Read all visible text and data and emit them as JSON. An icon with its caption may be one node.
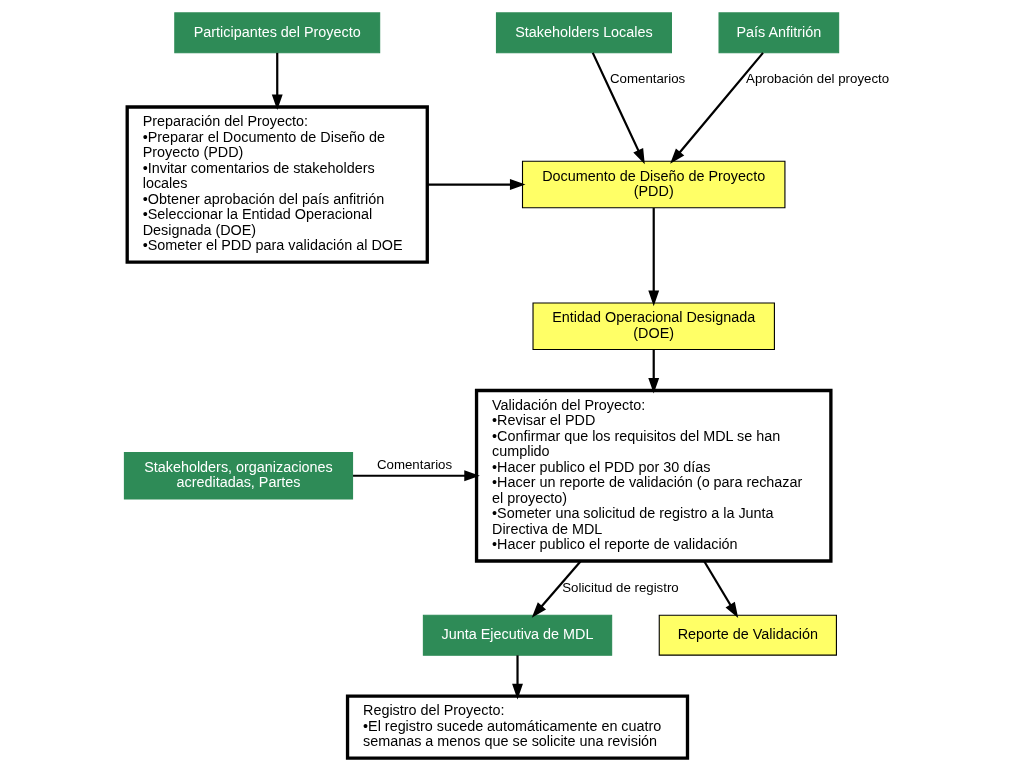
{
  "diagram": {
    "nodes": [
      {
        "text": [
          "Participantes del Proyecto"
        ]
      },
      {
        "text": [
          "Stakeholders Locales"
        ]
      },
      {
        "text": [
          "País Anfitrión"
        ]
      },
      {
        "text": [
          "Preparación del Proyecto:",
          "•Preparar el Documento de Diseño de Proyecto (PDD)",
          "•Invitar comentarios de stakeholders locales",
          "•Obtener aprobación del país anfitrión",
          "•Seleccionar la Entidad Operacional Designada (DOE)",
          "•Someter el PDD para validación al DOE"
        ]
      },
      {
        "text": [
          "Documento de Diseño de Proyecto (PDD)"
        ]
      },
      {
        "text": [
          "Entidad Operacional Designada (DOE)"
        ]
      },
      {
        "text": [
          "Stakeholders, organizaciones acreditadas, Partes"
        ]
      },
      {
        "text": [
          "Validación del Proyecto:",
          "•Revisar el PDD",
          "•Confirmar que los requisitos del MDL se han cumplido",
          "•Hacer publico el PDD por 30 días",
          "•Hacer un reporte de validación (o para rechazar el proyecto)",
          "•Someter una solicitud de registro a la Junta Directiva de MDL",
          "•Hacer publico el reporte de validación"
        ]
      },
      {
        "text": [
          "Junta Ejecutiva de MDL"
        ]
      },
      {
        "text": [
          "Registro del Proyecto:",
          "•El registro sucede automáticamente en cuatro semanas a menos que se solicite una revisión"
        ]
      },
      {
        "text": [
          "Reporte de Validación"
        ]
      }
    ],
    "edges": [
      {
        "from": 0,
        "to": 3,
        "arrow": "to"
      },
      {
        "from": 1,
        "to": 4,
        "arrow": "to",
        "label": "Comentarios"
      },
      {
        "from": 2,
        "to": 4,
        "arrow": "to",
        "label": "Aprobación del proyecto"
      },
      {
        "from": 3,
        "to": 4,
        "arrow": "to"
      },
      {
        "from": 4,
        "to": 5,
        "arrow": "to"
      },
      {
        "from": 5,
        "to": 7,
        "arrow": "to"
      },
      {
        "from": 6,
        "to": 7,
        "arrow": "to",
        "label": "Comentarios"
      },
      {
        "from": 7,
        "to": 8,
        "arrow": "to",
        "label": "Solicitud de registro"
      },
      {
        "from": 8,
        "to": 9,
        "arrow": "to"
      },
      {
        "from": 7,
        "to": 10,
        "arrow": "to"
      }
    ]
  }
}
